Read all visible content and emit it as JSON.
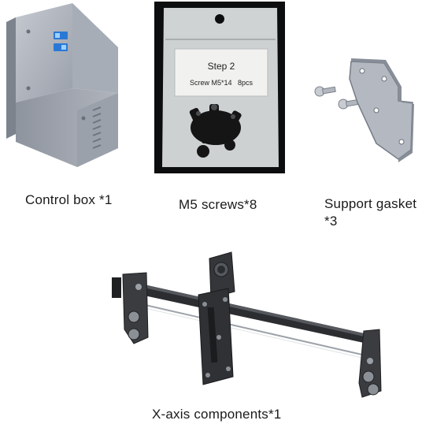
{
  "items": [
    {
      "caption": "Control box *1"
    },
    {
      "caption": "M5 screws*8"
    },
    {
      "caption": "Support gasket *3"
    },
    {
      "caption": "X-axis components*1"
    }
  ],
  "bag_label": {
    "title": "Step 2",
    "text": "Screw M5*14   8pcs"
  }
}
